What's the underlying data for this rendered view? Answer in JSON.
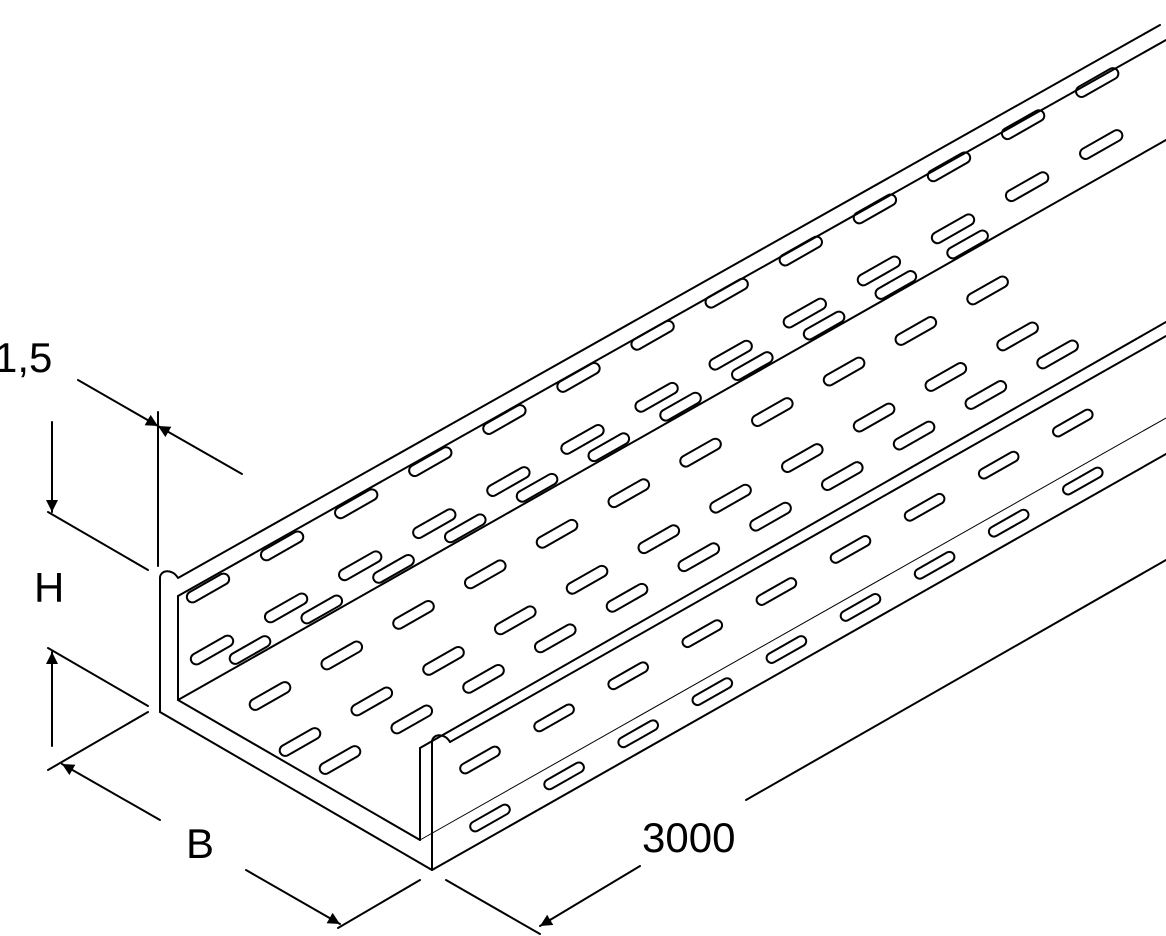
{
  "labels": {
    "thickness": "1,5",
    "height": "H",
    "width": "B",
    "length": "3000"
  }
}
